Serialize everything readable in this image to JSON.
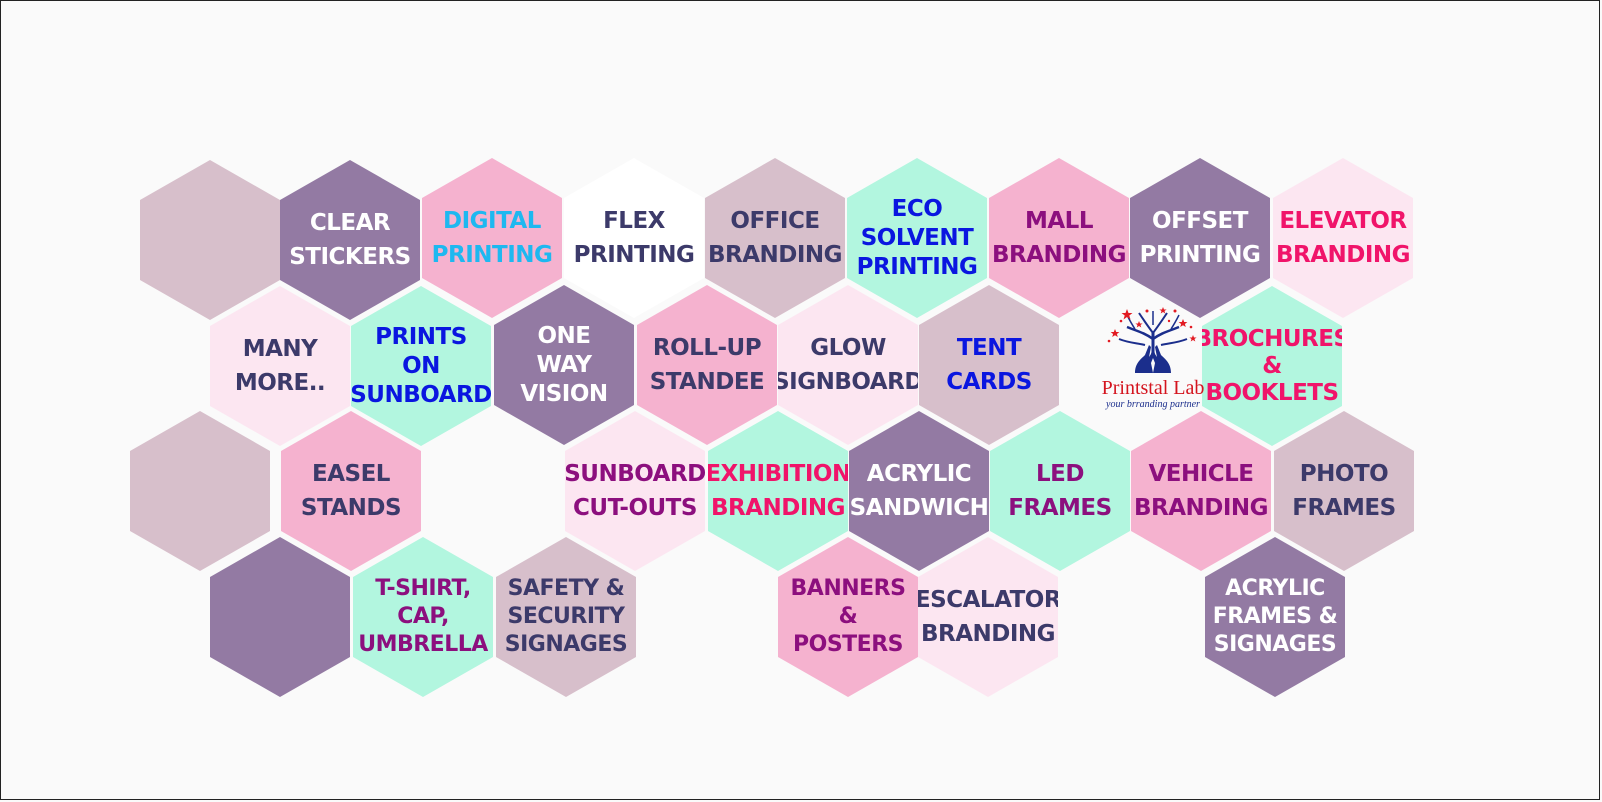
{
  "colors": {
    "mauve": "#d7bfcb",
    "purple": "#937aa3",
    "pink": "#f5b2cf",
    "white": "#ffffff",
    "mint": "#b2f6df",
    "blush": "#fce6f1",
    "text_navy": "#3c3a6a",
    "text_white": "#ffffff",
    "text_sky": "#1eb8f0",
    "text_blue": "#0a16e0",
    "text_magenta": "#8c0f7e",
    "text_hotpink": "#f0146a"
  },
  "hexagons": [
    {
      "id": "blank-1",
      "lines": [],
      "fill": "mauve"
    },
    {
      "id": "clear-stickers",
      "lines": [
        "CLEAR",
        "STICKERS"
      ],
      "fill": "purple",
      "text": "text_white"
    },
    {
      "id": "digital-printing",
      "lines": [
        "DIGITAL",
        "PRINTING"
      ],
      "fill": "pink",
      "text": "text_sky"
    },
    {
      "id": "flex-printing",
      "lines": [
        "FLEX",
        "PRINTING"
      ],
      "fill": "white",
      "text": "text_navy"
    },
    {
      "id": "office-branding",
      "lines": [
        "OFFICE",
        "BRANDING"
      ],
      "fill": "mauve",
      "text": "text_navy"
    },
    {
      "id": "eco-solvent-printing",
      "lines": [
        "ECO",
        "SOLVENT",
        "PRINTING"
      ],
      "fill": "mint",
      "text": "text_blue"
    },
    {
      "id": "mall-branding",
      "lines": [
        "MALL",
        "BRANDING"
      ],
      "fill": "pink",
      "text": "text_magenta"
    },
    {
      "id": "offset-printing",
      "lines": [
        "OFFSET",
        "PRINTING"
      ],
      "fill": "purple",
      "text": "text_white"
    },
    {
      "id": "elevator-branding",
      "lines": [
        "ELEVATOR",
        "BRANDING"
      ],
      "fill": "blush",
      "text": "text_hotpink"
    },
    {
      "id": "many-more",
      "lines": [
        "MANY",
        "MORE.."
      ],
      "fill": "blush",
      "text": "text_navy"
    },
    {
      "id": "prints-on-sunboard",
      "lines": [
        "PRINTS",
        "ON",
        "SUNBOARD"
      ],
      "fill": "mint",
      "text": "text_blue"
    },
    {
      "id": "one-way-vision",
      "lines": [
        "ONE",
        "WAY",
        "VISION"
      ],
      "fill": "purple",
      "text": "text_white"
    },
    {
      "id": "roll-up-standee",
      "lines": [
        "ROLL-UP",
        "STANDEE"
      ],
      "fill": "pink",
      "text": "text_navy"
    },
    {
      "id": "glow-signboard",
      "lines": [
        "GLOW",
        "SIGNBOARD"
      ],
      "fill": "blush",
      "text": "text_navy"
    },
    {
      "id": "tent-cards",
      "lines": [
        "TENT",
        "CARDS"
      ],
      "fill": "mauve",
      "text": "text_blue"
    },
    {
      "id": "brochures-booklets",
      "lines": [
        "BROCHURES",
        "&",
        "BOOKLETS"
      ],
      "fill": "mint",
      "text": "text_hotpink"
    },
    {
      "id": "blank-2",
      "lines": [],
      "fill": "mauve"
    },
    {
      "id": "easel-stands",
      "lines": [
        "EASEL",
        "STANDS"
      ],
      "fill": "pink",
      "text": "text_navy"
    },
    {
      "id": "sunboard-cut-outs",
      "lines": [
        "SUNBOARD",
        "CUT-OUTS"
      ],
      "fill": "blush",
      "text": "text_magenta"
    },
    {
      "id": "exhibition-branding",
      "lines": [
        "EXHIBITION",
        "BRANDING"
      ],
      "fill": "mint",
      "text": "text_hotpink"
    },
    {
      "id": "acrylic-sandwich",
      "lines": [
        "ACRYLIC",
        "SANDWICH"
      ],
      "fill": "purple",
      "text": "text_white"
    },
    {
      "id": "led-frames",
      "lines": [
        "LED",
        "FRAMES"
      ],
      "fill": "mint",
      "text": "text_magenta"
    },
    {
      "id": "vehicle-branding",
      "lines": [
        "VEHICLE",
        "BRANDING"
      ],
      "fill": "pink",
      "text": "text_magenta"
    },
    {
      "id": "photo-frames",
      "lines": [
        "PHOTO",
        "FRAMES"
      ],
      "fill": "mauve",
      "text": "text_navy"
    },
    {
      "id": "blank-3",
      "lines": [],
      "fill": "purple"
    },
    {
      "id": "tshirt-cap-umbrella",
      "lines": [
        "T-SHIRT,",
        "CAP,",
        "UMBRELLA"
      ],
      "fill": "mint",
      "text": "text_magenta"
    },
    {
      "id": "safety-security-signages",
      "lines": [
        "SAFETY &",
        "SECURITY",
        "SIGNAGES"
      ],
      "fill": "mauve",
      "text": "text_navy"
    },
    {
      "id": "banners-posters",
      "lines": [
        "BANNERS",
        "&",
        "POSTERS"
      ],
      "fill": "pink",
      "text": "text_magenta"
    },
    {
      "id": "escalator-branding",
      "lines": [
        "ESCALATOR",
        "BRANDING"
      ],
      "fill": "blush",
      "text": "text_navy"
    },
    {
      "id": "acrylic-frames-signages",
      "lines": [
        "ACRYLIC",
        "FRAMES &",
        "SIGNAGES"
      ],
      "fill": "purple",
      "text": "text_white"
    }
  ],
  "logo": {
    "name": "Printstal Lab",
    "tagline": "your brranding partner"
  }
}
